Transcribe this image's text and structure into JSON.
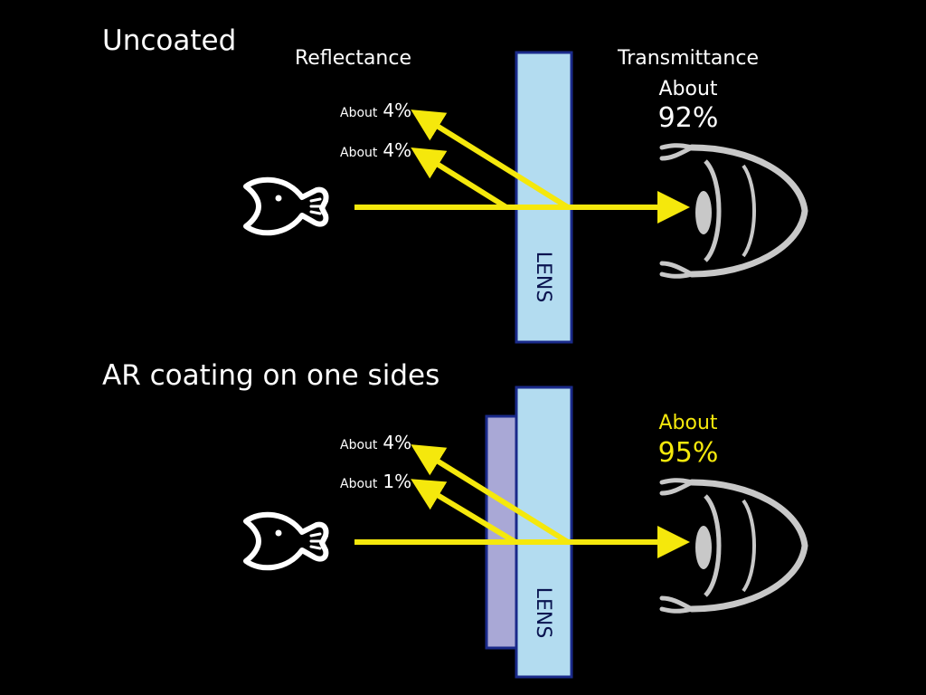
{
  "colors": {
    "background": "#000000",
    "ray": "#f5e80c",
    "lens_fill": "#b3dcf0",
    "lens_stroke": "#1a2a8a",
    "coating_fill": "#a9a8d6",
    "eye": "#c8c8c8",
    "text": "#ffffff",
    "highlight_text": "#f5e80c"
  },
  "icons": [
    "fish-icon",
    "eye-icon",
    "arrow-icon"
  ],
  "uncoated": {
    "title": "Uncoated",
    "reflectance_label": "Reflectance",
    "transmittance_label": "Transmittance",
    "transmittance_about": "About",
    "transmittance_value": "92%",
    "lens_label": "LENS",
    "reflections": [
      {
        "about": "About",
        "value": "4%"
      },
      {
        "about": "About",
        "value": "4%"
      }
    ]
  },
  "ar_coated": {
    "title": "AR coating on one sides",
    "transmittance_about": "About",
    "transmittance_value": "95%",
    "lens_label": "LENS",
    "reflections": [
      {
        "about": "About",
        "value": "4%"
      },
      {
        "about": "About",
        "value": "1%"
      }
    ]
  }
}
